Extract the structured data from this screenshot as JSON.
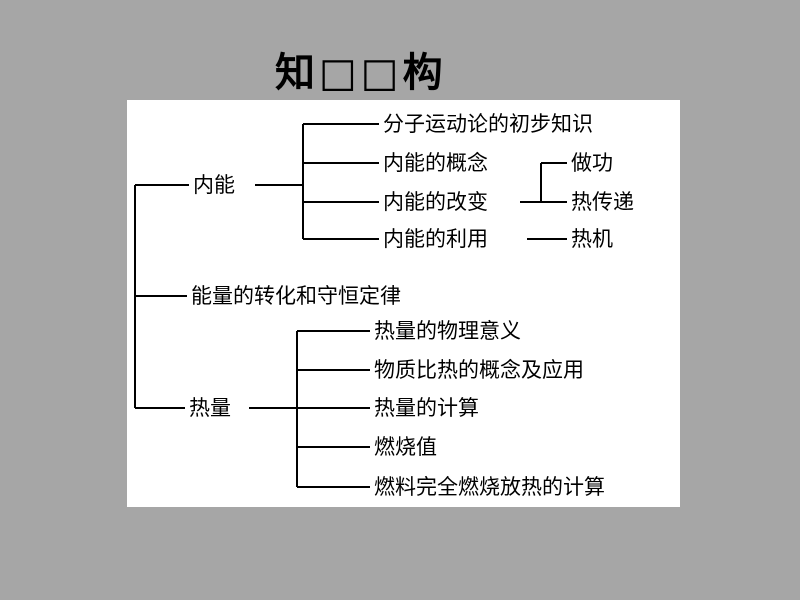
{
  "title": "知□□构",
  "tree": {
    "root_children": [
      {
        "label": "内能",
        "children": [
          {
            "label": "分子运动论的初步知识"
          },
          {
            "label": "内能的概念"
          },
          {
            "label": "内能的改变"
          },
          {
            "label": "内能的利用"
          }
        ],
        "change_children": [
          "做功",
          "热传递"
        ],
        "use_child": "热机"
      },
      {
        "label": "能量的转化和守恒定律"
      },
      {
        "label": "热量",
        "children": [
          {
            "label": "热量的物理意义"
          },
          {
            "label": "物质比热的概念及应用"
          },
          {
            "label": "热量的计算"
          },
          {
            "label": "燃烧值"
          },
          {
            "label": "燃料完全燃烧放热的计算"
          }
        ]
      }
    ]
  }
}
